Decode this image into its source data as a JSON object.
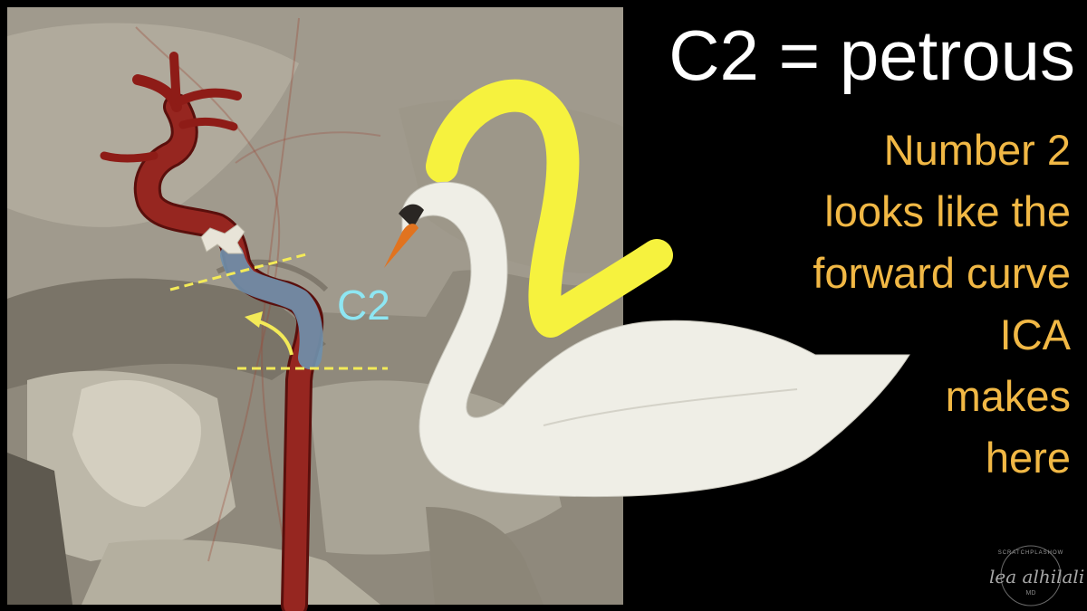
{
  "slide": {
    "title": "C2 = petrous",
    "caption_lines": [
      "Number 2",
      "looks like the",
      "forward curve",
      "ICA",
      "makes",
      "here"
    ],
    "segment_label": "C2",
    "numeral": "2",
    "colors": {
      "background": "#000000",
      "title": "#ffffff",
      "caption": "#f1b845",
      "numeral": "#f6f23e",
      "segment_label": "#8ee6f2",
      "artery": "#8e1c17",
      "petrous_segment": "#7d9cb6",
      "guide_lines": "#f3ea58",
      "swan_body": "#efeee6",
      "swan_beak": "#e1731f"
    },
    "icons": [
      "skull-illustration",
      "internal-carotid-artery-illustration",
      "swan-illustration",
      "curved-arrow-icon"
    ]
  },
  "watermark": {
    "top_text": "SCRATCHPLASHOW",
    "signature": "lea alhilali",
    "suffix": "MD"
  }
}
